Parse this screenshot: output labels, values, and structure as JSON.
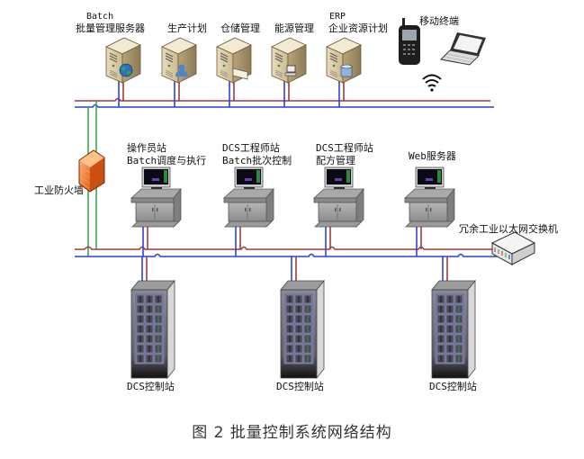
{
  "figure": {
    "caption": "图 2 批量控制系统网络结构"
  },
  "colors": {
    "red_network": "#a03a3a",
    "blue_network": "#2f3fe0",
    "firewall_link": "#2ea43a",
    "firewall": "#f07a2a"
  },
  "top_tier": {
    "servers": [
      {
        "line1": "Batch",
        "line2": "批量管理服务器",
        "badge": "globe-icon"
      },
      {
        "line1": "",
        "line2": "生产计划",
        "badge": "user-icon"
      },
      {
        "line1": "",
        "line2": "仓储管理",
        "badge": "document-icon"
      },
      {
        "line1": "",
        "line2": "能源管理",
        "badge": "workstation-icon"
      },
      {
        "line1": "ERP",
        "line2": "企业资源计划",
        "badge": "database-icon"
      }
    ],
    "mobile": {
      "label": "移动终端",
      "devices": [
        "mobile-phone-icon",
        "laptop-icon",
        "wifi-icon"
      ]
    }
  },
  "firewall": {
    "label": "工业防火墙"
  },
  "middle_tier": {
    "stations": [
      {
        "line1": "操作员站",
        "line2": "Batch调度与执行"
      },
      {
        "line1": "DCS工程师站",
        "line2": "Batch批次控制"
      },
      {
        "line1": "DCS工程师站",
        "line2": "配方管理"
      },
      {
        "line1": "",
        "line2": "Web服务器"
      }
    ],
    "switch": {
      "label": "冗余工业以太网交换机"
    }
  },
  "bottom_tier": {
    "controllers": [
      {
        "label": "DCS控制站"
      },
      {
        "label": "DCS控制站"
      },
      {
        "label": "DCS控制站"
      }
    ]
  }
}
